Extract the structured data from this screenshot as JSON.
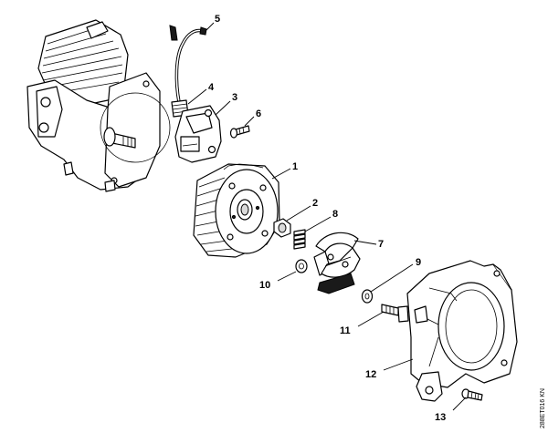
{
  "callouts": [
    {
      "id": "1",
      "label": "1"
    },
    {
      "id": "2",
      "label": "2"
    },
    {
      "id": "3",
      "label": "3"
    },
    {
      "id": "4",
      "label": "4"
    },
    {
      "id": "5",
      "label": "5"
    },
    {
      "id": "6",
      "label": "6"
    },
    {
      "id": "7",
      "label": "7"
    },
    {
      "id": "8",
      "label": "8"
    },
    {
      "id": "9",
      "label": "9"
    },
    {
      "id": "10",
      "label": "10"
    },
    {
      "id": "11",
      "label": "11"
    },
    {
      "id": "12",
      "label": "12"
    },
    {
      "id": "13",
      "label": "13"
    }
  ],
  "drawing_code": "288ET016 KN"
}
